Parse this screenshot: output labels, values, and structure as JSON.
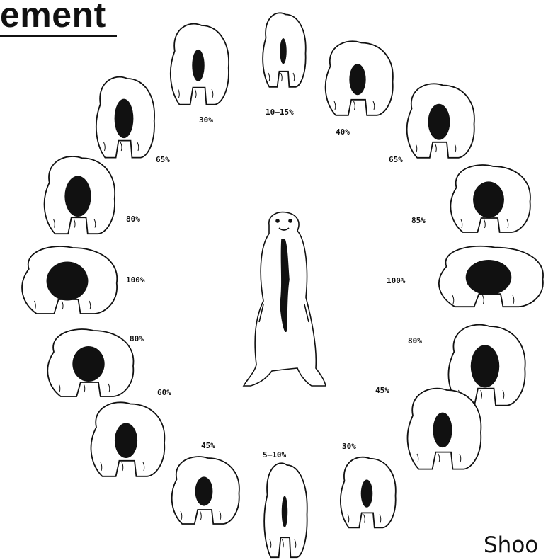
{
  "title": "ement",
  "corner_text": "Shoo",
  "center_figure": "standing-bear-front-view",
  "ring": [
    {
      "id": "top",
      "label": "10–15%",
      "vital_fraction": 0.125,
      "view": "rear"
    },
    {
      "id": "top-right-1",
      "label": "40%",
      "vital_fraction": 0.4,
      "view": "rear-quarter-right"
    },
    {
      "id": "top-right-2",
      "label": "65%",
      "vital_fraction": 0.65,
      "view": "quartering-right"
    },
    {
      "id": "right-1",
      "label": "85%",
      "vital_fraction": 0.85,
      "view": "broadside-right-grazing"
    },
    {
      "id": "right-2",
      "label": "100%",
      "vital_fraction": 1.0,
      "view": "broadside-right-lying"
    },
    {
      "id": "right-3",
      "label": "80%",
      "vital_fraction": 0.8,
      "view": "quartering-right-front"
    },
    {
      "id": "bottom-right-1",
      "label": "45%",
      "vital_fraction": 0.45,
      "view": "rear-quarter-right"
    },
    {
      "id": "bottom-right-2",
      "label": "30%",
      "vital_fraction": 0.3,
      "view": "rear-quarter-right-far"
    },
    {
      "id": "bottom",
      "label": "5–10%",
      "vital_fraction": 0.075,
      "view": "rear"
    },
    {
      "id": "bottom-left-1",
      "label": "45%",
      "vital_fraction": 0.45,
      "view": "sitting-rear"
    },
    {
      "id": "bottom-left-2",
      "label": "60%",
      "vital_fraction": 0.6,
      "view": "quartering-left-front"
    },
    {
      "id": "left-1",
      "label": "80%",
      "vital_fraction": 0.8,
      "view": "quartering-left"
    },
    {
      "id": "left-2",
      "label": "100%",
      "vital_fraction": 1.0,
      "view": "broadside-left"
    },
    {
      "id": "left-3",
      "label": "80%",
      "vital_fraction": 0.8,
      "view": "quartering-left-front"
    },
    {
      "id": "top-left-1",
      "label": "65%",
      "vital_fraction": 0.65,
      "view": "quartering-left"
    },
    {
      "id": "top-left-2",
      "label": "30%",
      "vital_fraction": 0.3,
      "view": "frontal"
    }
  ]
}
